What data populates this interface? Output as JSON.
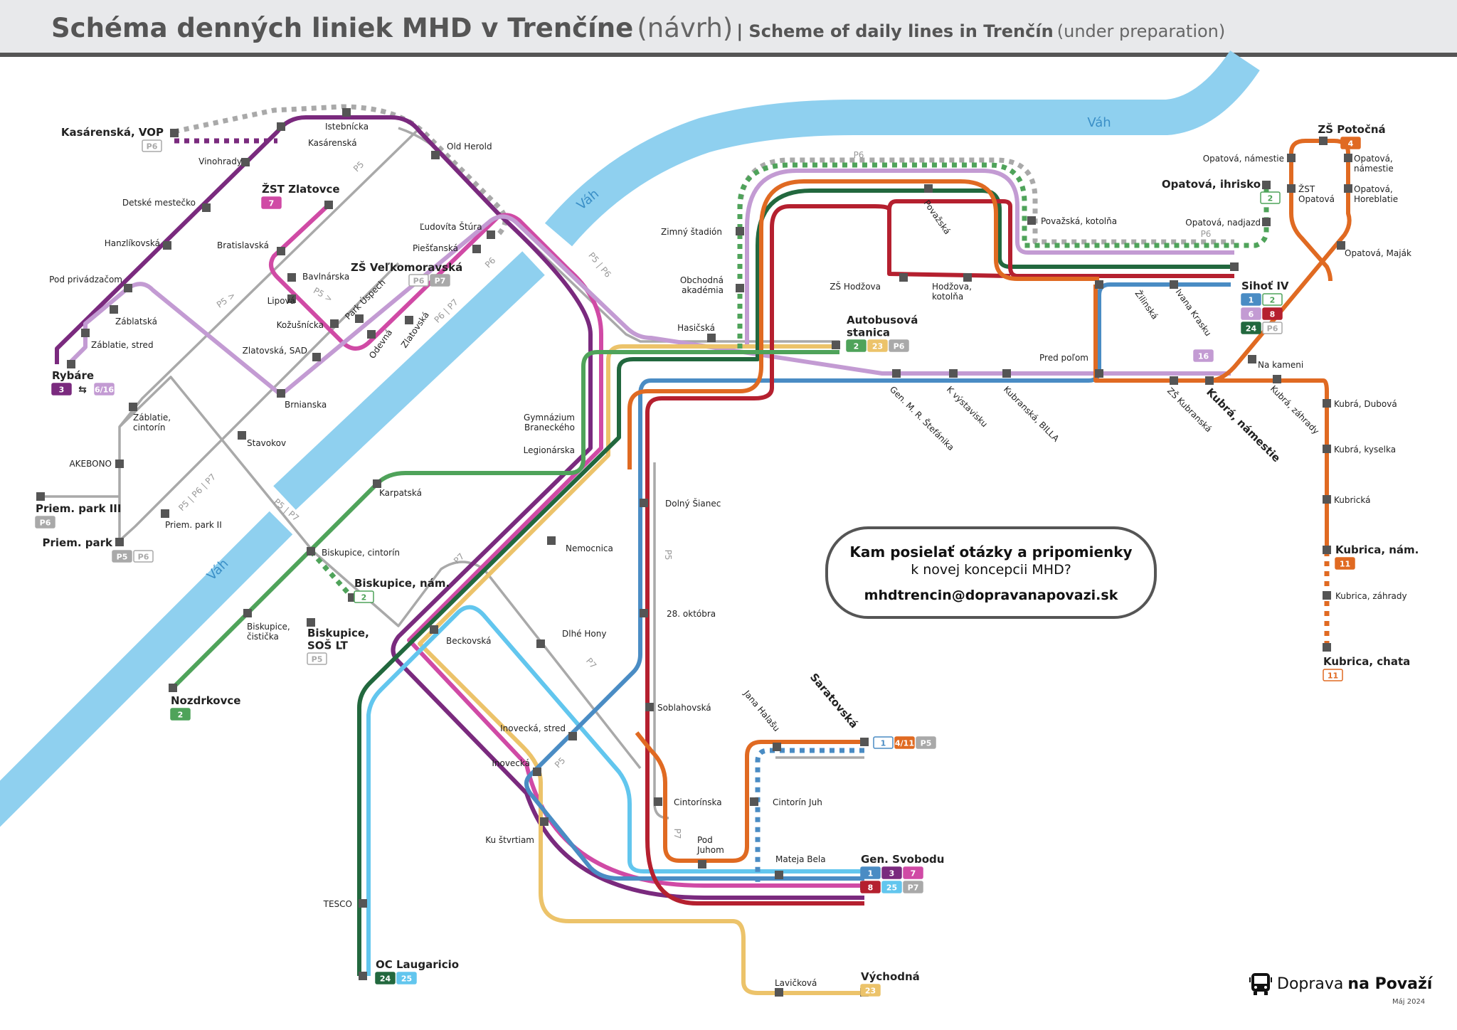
{
  "header": {
    "title_sk": "Schéma denných liniek MHD v Trenčíne",
    "title_sk_note": "(návrh)",
    "title_en": "| Scheme of daily lines in Trenčín",
    "title_en_note": "(under preparation)"
  },
  "river": {
    "name": "Váh",
    "labels": [
      "Váh",
      "Váh",
      "Váh"
    ],
    "color": "#8fd0ef"
  },
  "lines": {
    "1": {
      "color": "#4a8cc4"
    },
    "2": {
      "color": "#4fa35a"
    },
    "3": {
      "color": "#7a2a7e"
    },
    "4": {
      "color": "#e06a22"
    },
    "4/11": {
      "color": "#e06a22"
    },
    "11": {
      "color": "#e06a22"
    },
    "6": {
      "color": "#c39bd3"
    },
    "16": {
      "color": "#c39bd3"
    },
    "6/16": {
      "color": "#c39bd3"
    },
    "7": {
      "color": "#d04aa5"
    },
    "8": {
      "color": "#b5202f"
    },
    "23": {
      "color": "#ecc36a"
    },
    "24": {
      "color": "#22683e"
    },
    "25": {
      "color": "#62c6ee"
    },
    "P5": {
      "color": "#a9a9a9"
    },
    "P6": {
      "color": "#a9a9a9"
    },
    "P7": {
      "color": "#a9a9a9"
    }
  },
  "route_labels": [
    "P6",
    "P5",
    "P5 >",
    "P5 >",
    "P5 | P6",
    "P6",
    "P6 | P7",
    "P5 | P6 | P7",
    "P5 | P7",
    "P7",
    "P7",
    "P5",
    "P5",
    "P7",
    "P6"
  ],
  "stations": [
    {
      "name": "Kasárenská, VOP",
      "terminal": true,
      "badges": [
        {
          "line": "P6",
          "outline": true
        }
      ]
    },
    {
      "name": "Kasárenská"
    },
    {
      "name": "Istebnícka"
    },
    {
      "name": "Old Herold"
    },
    {
      "name": "Vinohrady"
    },
    {
      "name": "Detské mestečko"
    },
    {
      "name": "Hanzlíkovská"
    },
    {
      "name": "Pod privádzačom"
    },
    {
      "name": "Záblatská"
    },
    {
      "name": "Záblatie, stred"
    },
    {
      "name": "Rybáre",
      "terminal": true,
      "badges": [
        {
          "line": "3"
        },
        {
          "line": "⇆",
          "plain": true
        },
        {
          "line": "6/16"
        }
      ]
    },
    {
      "name": "ŽST Zlatovce",
      "terminal": true,
      "badges": [
        {
          "line": "7"
        }
      ]
    },
    {
      "name": "Bratislavská"
    },
    {
      "name": "Bavlnárska"
    },
    {
      "name": "Lipová"
    },
    {
      "name": "Kožušnícka"
    },
    {
      "name": "Zlatovská, SAD"
    },
    {
      "name": "Brnianska"
    },
    {
      "name": "Záblatie,\ncintorín"
    },
    {
      "name": "AKEBONO"
    },
    {
      "name": "Stavokov"
    },
    {
      "name": "Priem. park III",
      "terminal": true,
      "badges": [
        {
          "line": "P6"
        }
      ]
    },
    {
      "name": "Priem. park",
      "terminal": true,
      "badges": [
        {
          "line": "P5"
        },
        {
          "line": "P6",
          "outline": true
        }
      ]
    },
    {
      "name": "Priem. park II"
    },
    {
      "name": "Karpatská"
    },
    {
      "name": "Biskupice, cintorín"
    },
    {
      "name": "Biskupice, nám.",
      "terminal": true,
      "badges": [
        {
          "line": "2",
          "outline": true
        }
      ]
    },
    {
      "name": "Biskupice,\nčistička"
    },
    {
      "name": "Biskupice,\nSOŠ LT",
      "terminal": true,
      "badges": [
        {
          "line": "P5",
          "outline": true
        }
      ]
    },
    {
      "name": "Nozdrkovce",
      "terminal": true,
      "badges": [
        {
          "line": "2"
        }
      ]
    },
    {
      "name": "Park Úspech"
    },
    {
      "name": "Odevná"
    },
    {
      "name": "Zlatovská"
    },
    {
      "name": "ZŠ Veľkomoravská",
      "terminal": true,
      "badges": [
        {
          "line": "P6",
          "outline": true
        },
        {
          "line": "P7"
        }
      ]
    },
    {
      "name": "Ľudovíta Štúra"
    },
    {
      "name": "Piešťanská"
    },
    {
      "name": "Hasičská"
    },
    {
      "name": "Gymnázium\nBraneckého"
    },
    {
      "name": "Legionárska"
    },
    {
      "name": "Dolný Šianec"
    },
    {
      "name": "Nemocnica"
    },
    {
      "name": "Beckovská"
    },
    {
      "name": "Dlhé Hony"
    },
    {
      "name": "28. októbra"
    },
    {
      "name": "Soblahovská"
    },
    {
      "name": "Inovecká, stred"
    },
    {
      "name": "Inovecká"
    },
    {
      "name": "Ku štvrtiam"
    },
    {
      "name": "TESCO"
    },
    {
      "name": "OC Laugaricio",
      "terminal": true,
      "badges": [
        {
          "line": "24"
        },
        {
          "line": "25"
        }
      ]
    },
    {
      "name": "Cintorínska"
    },
    {
      "name": "Pod\nJuhom"
    },
    {
      "name": "Cintorín Juh"
    },
    {
      "name": "Mateja Bela"
    },
    {
      "name": "Gen. Svobodu",
      "terminal": true,
      "badges": [
        {
          "line": "1"
        },
        {
          "line": "3"
        },
        {
          "line": "7"
        },
        {
          "line": "8"
        },
        {
          "line": "25"
        },
        {
          "line": "P7"
        }
      ]
    },
    {
      "name": "Lavičková"
    },
    {
      "name": "Východná",
      "terminal": true,
      "badges": [
        {
          "line": "23"
        }
      ]
    },
    {
      "name": "Jana Halašu"
    },
    {
      "name": "Saratovská",
      "terminal": true,
      "badges": [
        {
          "line": "1",
          "outline": true
        },
        {
          "line": "4/11"
        },
        {
          "line": "P5"
        }
      ]
    },
    {
      "name": "Zimný štadión"
    },
    {
      "name": "Obchodná\nakadémia"
    },
    {
      "name": "Autobusová\nstanica",
      "terminal": true,
      "badges": [
        {
          "line": "2"
        },
        {
          "line": "23"
        },
        {
          "line": "P6"
        }
      ]
    },
    {
      "name": "Považská"
    },
    {
      "name": "Považská, kotolňa"
    },
    {
      "name": "ZŠ Hodžova"
    },
    {
      "name": "Hodžova,\nkotolňa"
    },
    {
      "name": "Žilinská"
    },
    {
      "name": "Ivana Krasku"
    },
    {
      "name": "Sihoť IV",
      "terminal": true,
      "badges": [
        {
          "line": "1"
        },
        {
          "line": "2",
          "outline": true
        },
        {
          "line": "6"
        },
        {
          "line": "8"
        },
        {
          "line": "24"
        },
        {
          "line": "P6",
          "outline": true
        }
      ]
    },
    {
      "name": "Pred poľom"
    },
    {
      "name": "Gen. M. R. Štefánika"
    },
    {
      "name": "K výstavisku"
    },
    {
      "name": "Kubranská, BILLA"
    },
    {
      "name": "ZŠ Kubranská"
    },
    {
      "name": "Kubrá, námestie",
      "terminal": true,
      "badges": [
        {
          "line": "16"
        }
      ]
    },
    {
      "name": "Na kameni"
    },
    {
      "name": "Kubrá, záhrady"
    },
    {
      "name": "Kubrá, Dubová"
    },
    {
      "name": "Kubrá, kyselka"
    },
    {
      "name": "Kubrická"
    },
    {
      "name": "Kubrica, nám.",
      "terminal": true,
      "badges": [
        {
          "line": "11"
        }
      ]
    },
    {
      "name": "Kubrica, záhrady"
    },
    {
      "name": "Kubrica, chata",
      "terminal": true,
      "badges": [
        {
          "line": "11",
          "outline": true
        }
      ]
    },
    {
      "name": "Opatová, námestie"
    },
    {
      "name": "Opatová,\nnámestie"
    },
    {
      "name": "ŽST\nOpatová"
    },
    {
      "name": "Opatová,\nHoreblatie"
    },
    {
      "name": "Opatová, Maják"
    },
    {
      "name": "ZŠ Potočná",
      "terminal": true,
      "badges": [
        {
          "line": "4"
        }
      ]
    },
    {
      "name": "Opatová, ihrisko",
      "terminal": true,
      "badges": [
        {
          "line": "2",
          "outline": true
        }
      ]
    },
    {
      "name": "Opatová, nadjazd"
    }
  ],
  "info_box": {
    "question_bold": "Kam posielať otázky a pripomienky",
    "question_rest": "k novej koncepcii MHD?",
    "email": "mhdtrencin@dopravanapovazi.sk"
  },
  "logo": {
    "text_regular": "Doprava",
    "text_bold": "na Považí",
    "icon": "bus-icon"
  },
  "date": "Máj 2024"
}
